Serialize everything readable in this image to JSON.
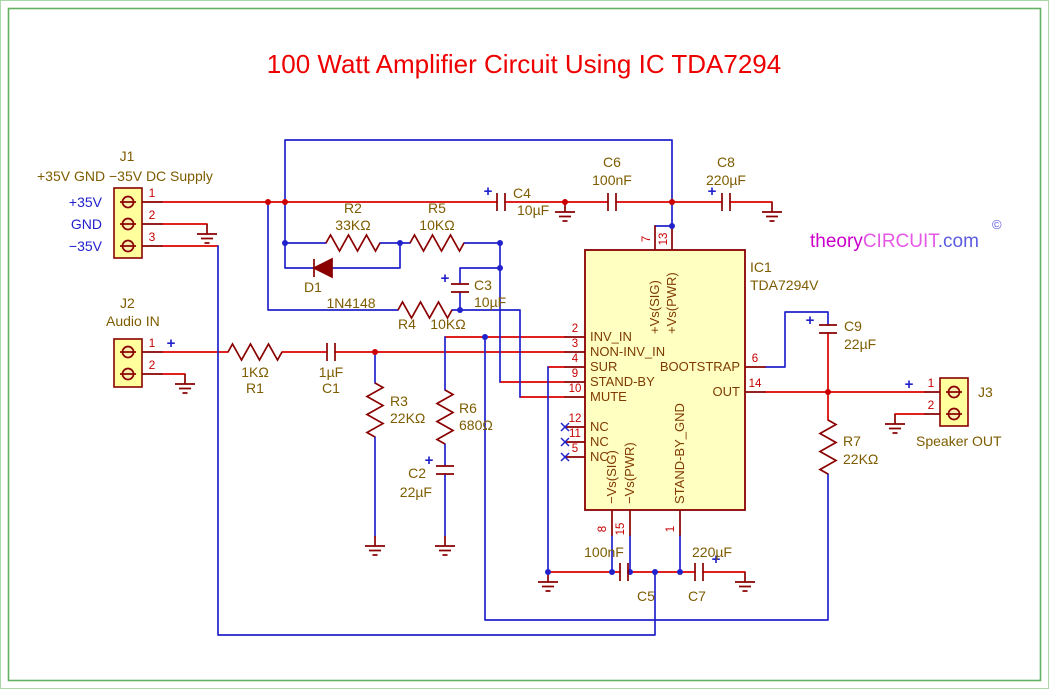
{
  "title": "100 Watt Amplifier Circuit Using IC TDA7294",
  "watermark": {
    "part1": "theory",
    "part2": "CIRCUIT",
    "part3": ".com",
    "copyright": "©"
  },
  "polarity_mark": "+",
  "colors": {
    "wire_red": "#dd0000",
    "wire_blue": "#2222cc",
    "symbol_maroon": "#8a0000",
    "title_red": "#ee0000",
    "ic_fill": "#ffffc2",
    "connector_fill": "#ffff9e",
    "watermark_magenta": "#cc00cc",
    "watermark_blue": "#5c5ce0"
  },
  "connectors": {
    "j1": {
      "ref": "J1",
      "label": "+35V GND −35V DC Supply",
      "pin_numbers": [
        "1",
        "2",
        "3"
      ],
      "net_labels": [
        "+35V",
        "GND",
        "−35V"
      ]
    },
    "j2": {
      "ref": "J2",
      "label": "Audio IN",
      "pin_numbers": [
        "1",
        "2"
      ]
    },
    "j3": {
      "ref": "J3",
      "label": "Speaker OUT",
      "pin_numbers": [
        "1",
        "2"
      ]
    }
  },
  "ic": {
    "ref": "IC1",
    "part": "TDA7294V",
    "pins": {
      "p2": {
        "num": "2",
        "name": "INV_IN"
      },
      "p3": {
        "num": "3",
        "name": "NON-INV_IN"
      },
      "p4": {
        "num": "4",
        "name": "SUR"
      },
      "p9": {
        "num": "9",
        "name": "STAND-BY"
      },
      "p10": {
        "num": "10",
        "name": "MUTE"
      },
      "p12": {
        "num": "12",
        "name": "NC"
      },
      "p11": {
        "num": "11",
        "name": "NC"
      },
      "p5": {
        "num": "5",
        "name": "NC"
      },
      "p7": {
        "num": "7",
        "name": "+Vs(SIG)"
      },
      "p13": {
        "num": "13",
        "name": "+Vs(PWR)"
      },
      "p6": {
        "num": "6",
        "name": "BOOTSTRAP"
      },
      "p14": {
        "num": "14",
        "name": "OUT"
      },
      "p8": {
        "num": "8",
        "name": "−Vs(SIG)"
      },
      "p15": {
        "num": "15",
        "name": "−Vs(PWR)"
      },
      "p1": {
        "num": "1",
        "name": "STAND-BY_GND"
      }
    }
  },
  "components": {
    "r1": {
      "ref": "R1",
      "value": "1KΩ"
    },
    "r2": {
      "ref": "R2",
      "value": "33KΩ"
    },
    "r3": {
      "ref": "R3",
      "value": "22KΩ"
    },
    "r4": {
      "ref": "R4",
      "value": "10KΩ"
    },
    "r5": {
      "ref": "R5",
      "value": "10KΩ"
    },
    "r6": {
      "ref": "R6",
      "value": "680Ω"
    },
    "r7": {
      "ref": "R7",
      "value": "22KΩ"
    },
    "c1": {
      "ref": "C1",
      "value": "1µF"
    },
    "c2": {
      "ref": "C2",
      "value": "22µF"
    },
    "c3": {
      "ref": "C3",
      "value": "10µF"
    },
    "c4": {
      "ref": "C4",
      "value": "10µF"
    },
    "c5": {
      "ref": "C5",
      "value": "100nF"
    },
    "c6": {
      "ref": "C6",
      "value": "100nF"
    },
    "c7": {
      "ref": "C7",
      "value": "220µF"
    },
    "c8": {
      "ref": "C8",
      "value": "220µF"
    },
    "c9": {
      "ref": "C9",
      "value": "22µF"
    },
    "d1": {
      "ref": "D1",
      "value": "1N4148"
    }
  }
}
